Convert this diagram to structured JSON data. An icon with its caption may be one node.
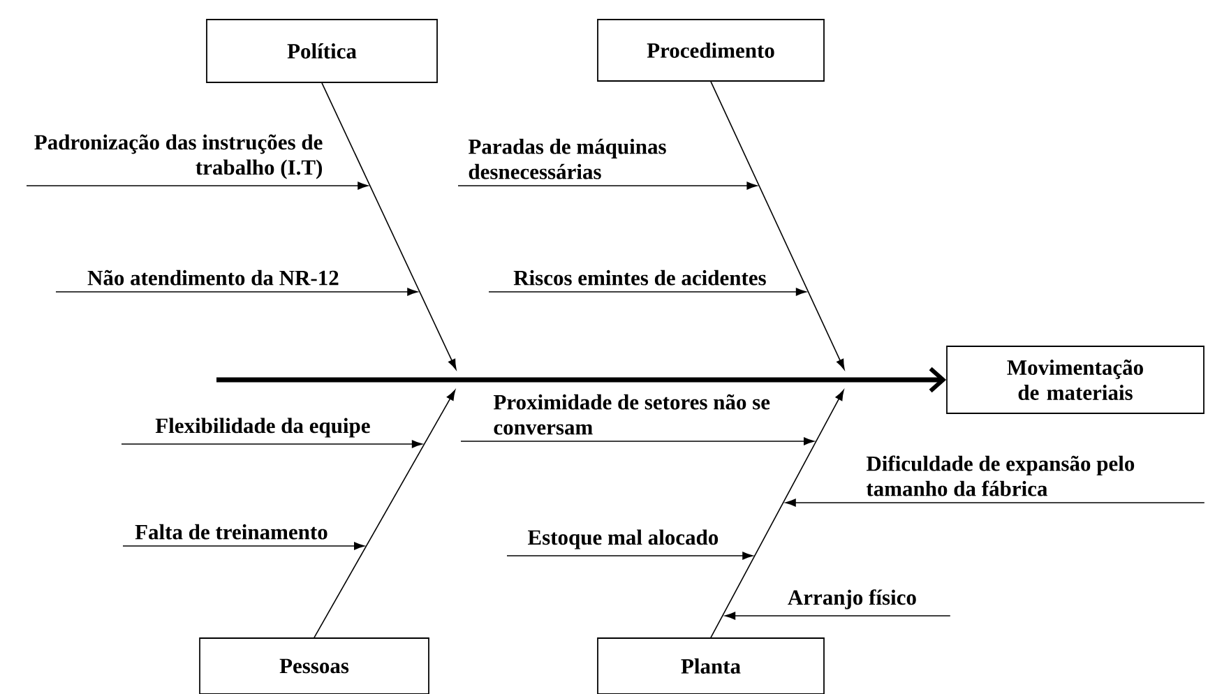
{
  "diagram": {
    "nodes": [
      {
        "text": [
          "Política"
        ]
      },
      {
        "text": [
          "Procedimento"
        ]
      },
      {
        "text": [
          "Padronização das instruções de trabalho (I.T)"
        ]
      },
      {
        "text": [
          "Paradas de máquinas desnecessárias"
        ]
      },
      {
        "text": [
          "Não atendimento da NR-12"
        ]
      },
      {
        "text": [
          "Riscos emintes de acidentes"
        ]
      },
      {
        "text": [
          "Movimentação de materiais"
        ]
      },
      {
        "text": [
          "Proximidade de setores não se conversam"
        ]
      },
      {
        "text": [
          "Flexibilidade da equipe"
        ]
      },
      {
        "text": [
          "Dificuldade de expansão pelo tamanho da fábrica"
        ]
      },
      {
        "text": [
          "Falta de treinamento"
        ]
      },
      {
        "text": [
          "Estoque mal alocado"
        ]
      },
      {
        "text": [
          "Arranjo físico"
        ]
      },
      {
        "text": [
          "Pessoas"
        ]
      },
      {
        "text": [
          "Planta"
        ]
      }
    ],
    "edges": [
      {
        "from": 0,
        "to": null,
        "arrow": "to"
      },
      {
        "from": 1,
        "to": null,
        "arrow": "to"
      },
      {
        "from": 13,
        "to": null,
        "arrow": "to"
      },
      {
        "from": 14,
        "to": null,
        "arrow": "to"
      },
      {
        "from": null,
        "to": 6,
        "arrow": "to",
        "style": "thick"
      },
      {
        "from": 2,
        "to": null,
        "arrow": "to"
      },
      {
        "from": 3,
        "to": null,
        "arrow": "to"
      },
      {
        "from": 4,
        "to": null,
        "arrow": "to"
      },
      {
        "from": 5,
        "to": null,
        "arrow": "to"
      },
      {
        "from": 7,
        "to": null,
        "arrow": "to"
      },
      {
        "from": 8,
        "to": null,
        "arrow": "to"
      },
      {
        "from": 9,
        "to": null,
        "arrow": "to"
      },
      {
        "from": 10,
        "to": null,
        "arrow": "to"
      },
      {
        "from": 11,
        "to": null,
        "arrow": "to"
      },
      {
        "from": 12,
        "to": null,
        "arrow": "to"
      }
    ]
  }
}
